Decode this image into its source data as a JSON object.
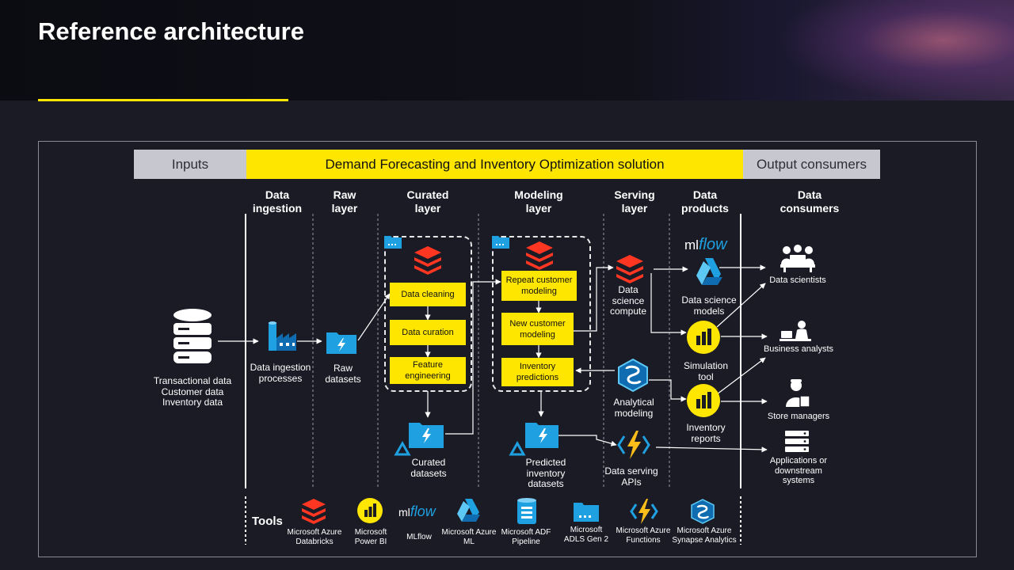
{
  "header": {
    "title": "Reference architecture"
  },
  "banners": {
    "inputs": "Inputs",
    "solution": "Demand Forecasting and Inventory Optimization solution",
    "outputs": "Output consumers"
  },
  "columns": {
    "ingestion": [
      "Data",
      "ingestion"
    ],
    "raw": [
      "Raw",
      "layer"
    ],
    "curated": [
      "Curated",
      "layer"
    ],
    "modeling": [
      "Modeling",
      "layer"
    ],
    "serving": [
      "Serving",
      "layer"
    ],
    "products": [
      "Data",
      "products"
    ],
    "consumers": [
      "Data",
      "consumers"
    ]
  },
  "inputs": {
    "lines": [
      "Transactional data",
      "Customer data",
      "Inventory data"
    ]
  },
  "ingestion": {
    "label": [
      "Data ingestion",
      "processes"
    ]
  },
  "raw": {
    "label": [
      "Raw",
      "datasets"
    ]
  },
  "curated": {
    "steps": [
      "Data cleaning",
      "Data curation",
      "Feature engineering"
    ],
    "datasets_label": [
      "Curated",
      "datasets"
    ]
  },
  "modeling": {
    "steps": [
      "Repeat customer modeling",
      "New customer modeling",
      "Inventory predictions"
    ],
    "datasets_label": [
      "Predicted",
      "inventory",
      "datasets"
    ]
  },
  "serving": {
    "compute": [
      "Data",
      "science",
      "compute"
    ],
    "analytical": [
      "Analytical",
      "modeling"
    ],
    "apis": [
      "Data serving",
      "APIs"
    ]
  },
  "products": {
    "mlflow_logo": [
      "ml",
      "flow"
    ],
    "ds_models": [
      "Data science",
      "models"
    ],
    "simulation": [
      "Simulation",
      "tool"
    ],
    "reports": [
      "Inventory",
      "reports"
    ]
  },
  "consumers": {
    "scientists": "Data scientists",
    "analysts": "Business analysts",
    "managers": "Store managers",
    "apps": [
      "Applications or",
      "downstream",
      "systems"
    ]
  },
  "tools": {
    "label": "Tools",
    "items": [
      {
        "icon": "databricks-icon",
        "lines": [
          "Microsoft Azure",
          "Databricks"
        ]
      },
      {
        "icon": "power-bi-icon",
        "lines": [
          "Microsoft",
          "Power BI"
        ]
      },
      {
        "icon": "mlflow-icon",
        "lines": [
          "MLflow"
        ]
      },
      {
        "icon": "azure-ml-icon",
        "lines": [
          "Microsoft Azure",
          "ML"
        ]
      },
      {
        "icon": "adf-pipeline-icon",
        "lines": [
          "Microsoft ADF",
          "Pipeline"
        ]
      },
      {
        "icon": "adls-gen2-icon",
        "lines": [
          "Microsoft",
          "ADLS Gen 2"
        ]
      },
      {
        "icon": "azure-functions-icon",
        "lines": [
          "Microsoft Azure",
          "Functions"
        ]
      },
      {
        "icon": "synapse-icon",
        "lines": [
          "Microsoft Azure",
          "Synapse Analytics"
        ]
      }
    ]
  },
  "colors": {
    "accent_yellow": "#ffe600",
    "background": "#1b1b26",
    "banner_grey": "#c7c7cf",
    "databricks_red": "#ff3621",
    "azure_blue": "#1fa0e0"
  }
}
